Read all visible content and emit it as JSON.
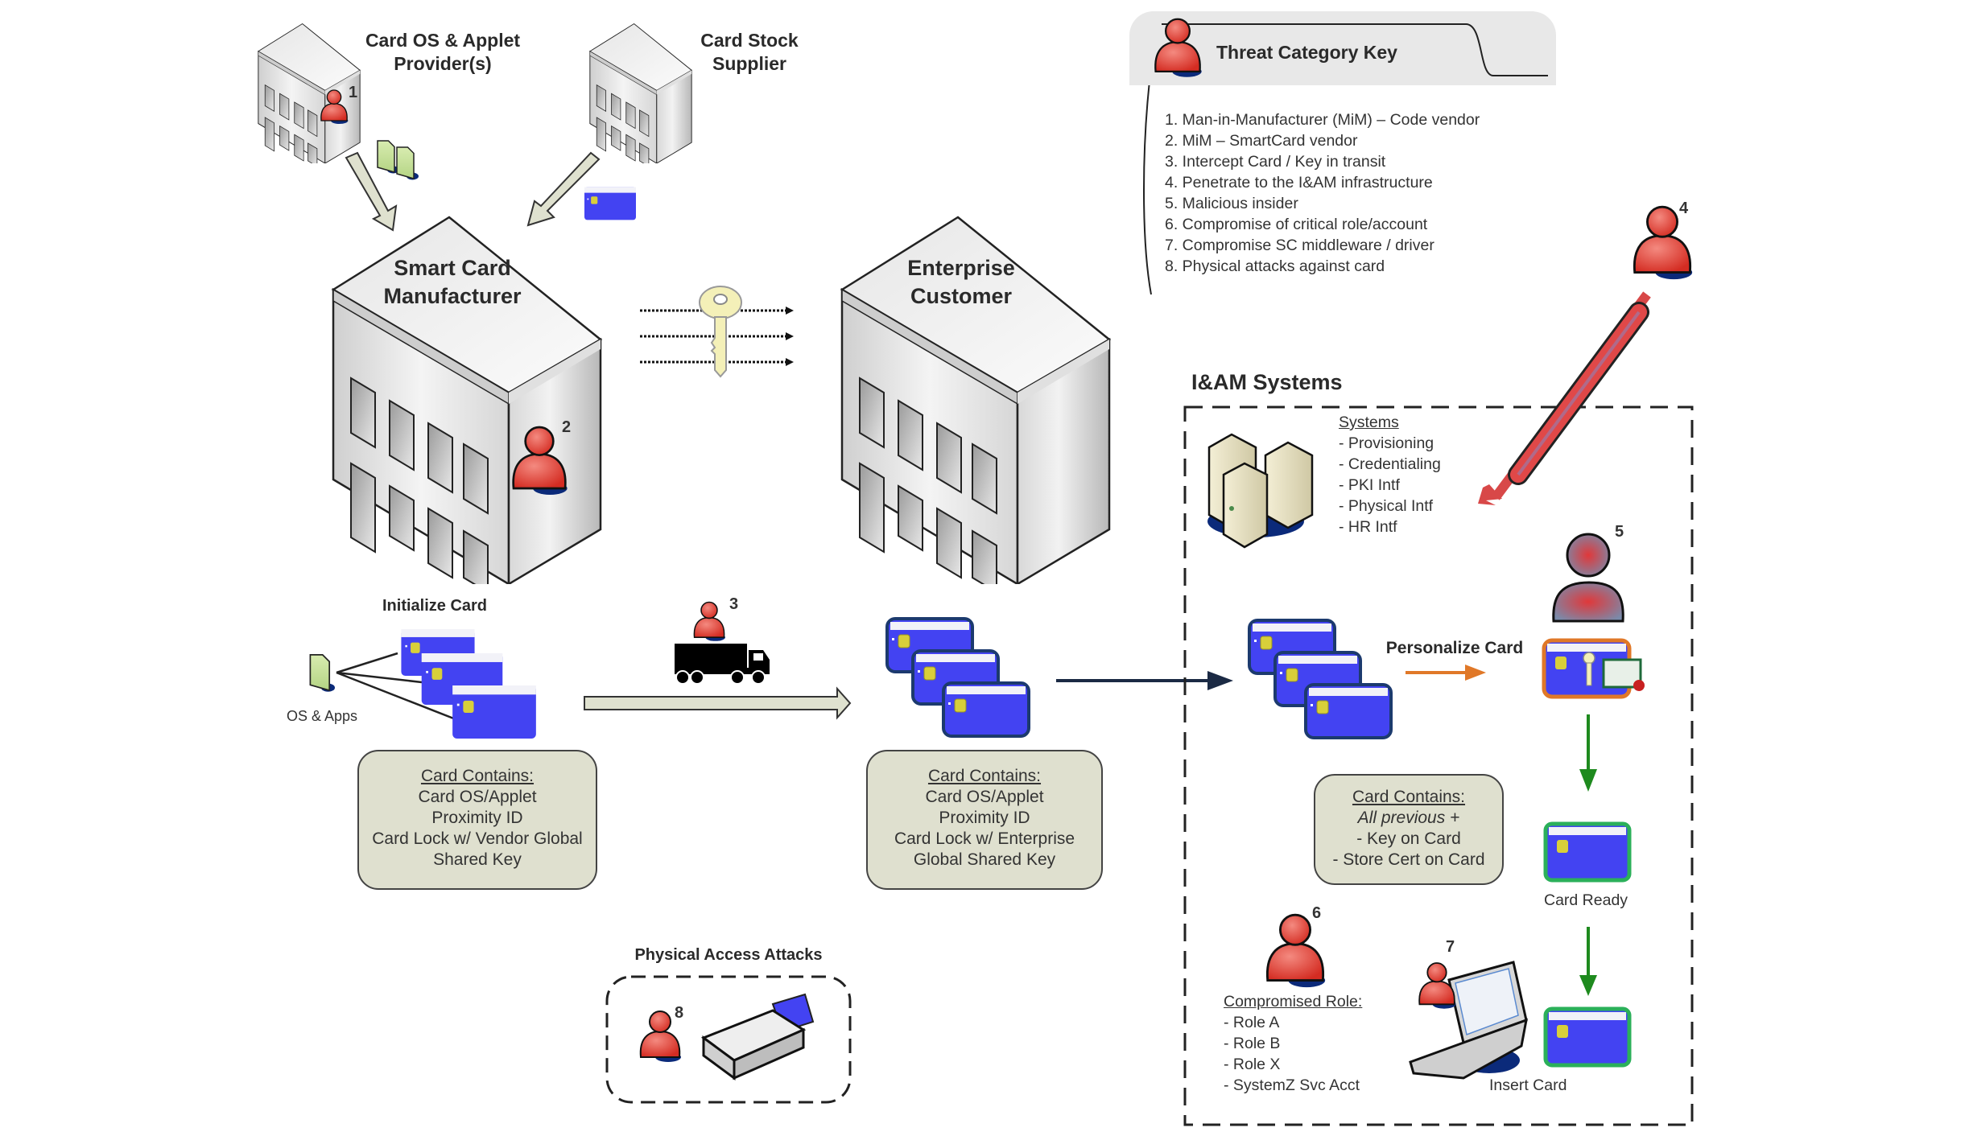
{
  "entities": {
    "os_provider": "Card OS & Applet\nProvider(s)",
    "os_provider_l1": "Card OS & Applet",
    "os_provider_l2": "Provider(s)",
    "card_stock_l1": "Card Stock",
    "card_stock_l2": "Supplier",
    "manufacturer_l1": "Smart Card",
    "manufacturer_l2": "Manufacturer",
    "enterprise_l1": "Enterprise",
    "enterprise_l2": "Customer",
    "iam_title": "I&AM Systems"
  },
  "threat_key": {
    "title": "Threat Category Key",
    "items": [
      "1. Man-in-Manufacturer (MiM) – Code vendor",
      "2. MiM – SmartCard vendor",
      "3. Intercept Card / Key in transit",
      "4. Penetrate to the I&AM infrastructure",
      "5. Malicious insider",
      "6. Compromise of critical role/account",
      "7. Compromise SC middleware / driver",
      "8. Physical attacks against card"
    ]
  },
  "threat_markers": [
    "1",
    "2",
    "3",
    "4",
    "5",
    "6",
    "7",
    "8"
  ],
  "stages": {
    "initialize_card": "Initialize Card",
    "os_apps": "OS & Apps",
    "personalize_card": "Personalize Card",
    "card_ready": "Card Ready",
    "insert_card": "Insert Card",
    "physical_access": "Physical Access Attacks"
  },
  "card_contains_vendor": {
    "heading": "Card Contains:",
    "lines": [
      "Card OS/Applet",
      "Proximity ID",
      "Card Lock w/ Vendor Global",
      "Shared Key"
    ]
  },
  "card_contains_enterprise": {
    "heading": "Card Contains:",
    "lines": [
      "Card OS/Applet",
      "Proximity ID",
      "Card Lock w/ Enterprise",
      "Global Shared Key"
    ]
  },
  "card_contains_personalized": {
    "heading": "Card Contains:",
    "italic": "All previous +",
    "lines": [
      "-  Key on Card",
      "- Store Cert on Card"
    ]
  },
  "systems": {
    "heading": "Systems",
    "items": [
      "- Provisioning",
      "- Credentialing",
      "- PKI Intf",
      "- Physical Intf",
      "- HR Intf"
    ]
  },
  "roles": {
    "heading": "Compromised Role:",
    "items": [
      "- Role A",
      "- Role B",
      "- Role X",
      "- SystemZ Svc Acct"
    ]
  },
  "colors": {
    "card_blue": "#4343f2",
    "card_border": "#1c3a6e",
    "chip": "#d8cf3a",
    "threat_red": "#e0403a",
    "note_bg": "#dfe0cf",
    "flow_arrow": "#dfe1cf",
    "personalize_arrow": "#e07828",
    "ready_green": "#1e8a1e",
    "dark_arrow": "#1b2a44"
  }
}
